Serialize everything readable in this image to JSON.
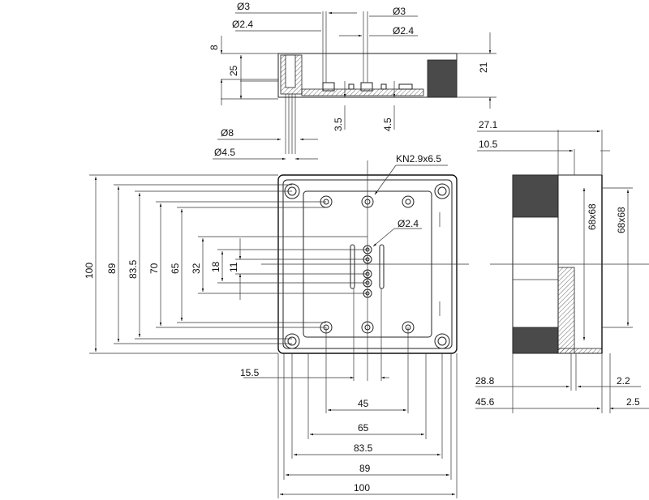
{
  "top_view": {
    "d3_left": "Ø3",
    "d24_left": "Ø2.4",
    "d3_right": "Ø3",
    "d24_right": "Ø2.4",
    "h8": "8",
    "h25": "25",
    "h21": "21",
    "h35": "3.5",
    "h45": "4.5",
    "d8": "Ø8",
    "d45": "Ø4.5"
  },
  "front_view": {
    "screw": "KN2.9x6.5",
    "d24": "Ø2.4",
    "v100": "100",
    "v89": "89",
    "v835": "83.5",
    "v70": "70",
    "v65": "65",
    "v32": "32",
    "v18": "18",
    "v11": "11",
    "h155": "15.5",
    "h45": "45",
    "h65": "65",
    "h835": "83.5",
    "h89": "89",
    "h100": "100"
  },
  "side_view": {
    "w271": "27.1",
    "w105": "10.5",
    "v68a": "68x68",
    "v68b": "68x68",
    "w288": "28.8",
    "w22": "2.2",
    "w456": "45.6",
    "w25": "2.5"
  }
}
